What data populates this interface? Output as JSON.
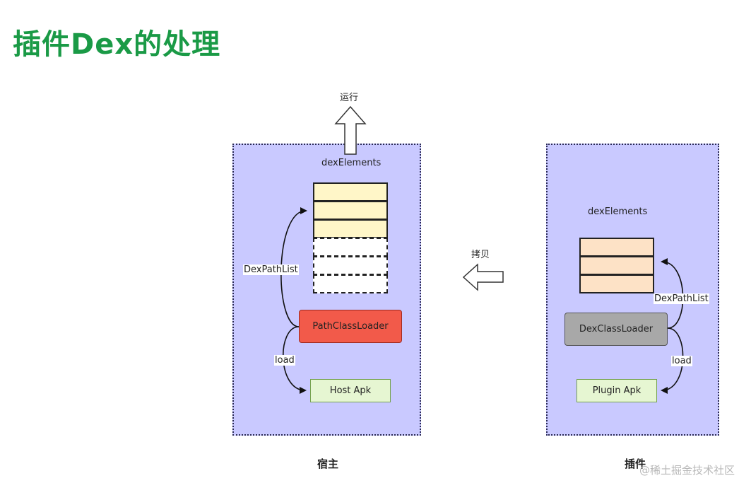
{
  "title": "插件Dex的处理",
  "host": {
    "run_label": "运行",
    "dex_elements_label": "dexElements",
    "dex_path_list_label": "DexPathList",
    "class_loader_label": "PathClassLoader",
    "load_label": "load",
    "apk_label": "Host Apk",
    "caption": "宿主"
  },
  "copy_label": "拷贝",
  "plugin": {
    "dex_elements_label": "dexElements",
    "dex_path_list_label": "DexPathList",
    "class_loader_label": "DexClassLoader",
    "load_label": "load",
    "apk_label": "Plugin Apk",
    "caption": "插件"
  },
  "watermark": "@稀土掘金技术社区",
  "colors": {
    "title_green": "#1a9a46",
    "panel_fill": "#c9c9ff",
    "host_loader_red": "#f25a4a",
    "plugin_loader_gray": "#a8a8a8",
    "apk_green": "#e6f6d2",
    "host_elements_yellow": "#fff6c8",
    "plugin_elements_orange": "#fde2c6"
  }
}
